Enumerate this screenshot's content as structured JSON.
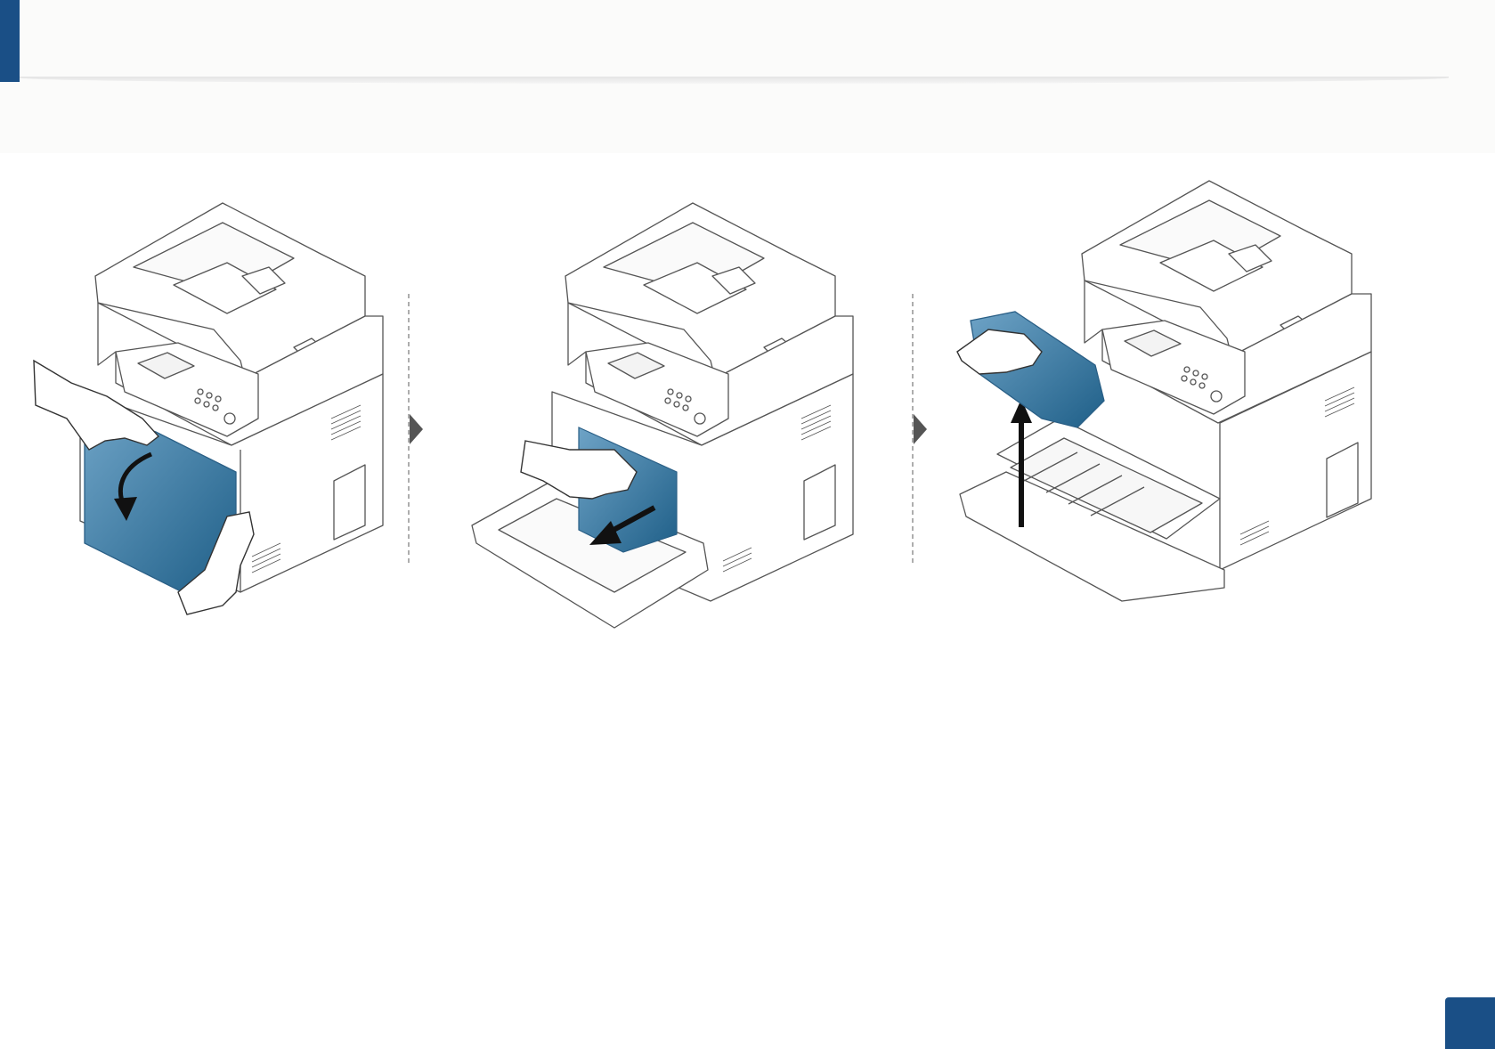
{
  "header": {
    "accent_color": "#1a4f86",
    "band_color": "#fbfbfa"
  },
  "illustration": {
    "steps": [
      {
        "label": "step-1-open-front-cover",
        "icon": "printer-front-cover-open-icon"
      },
      {
        "label": "step-2-pull-out-tray",
        "icon": "printer-toner-tray-pull-icon"
      },
      {
        "label": "step-3-remove-toner-cartridge",
        "icon": "printer-toner-cartridge-lift-icon"
      }
    ],
    "highlight_color": "#3f7fa8",
    "line_color": "#555555"
  },
  "page_badge": {
    "text": "",
    "color": "#1a4f86"
  }
}
